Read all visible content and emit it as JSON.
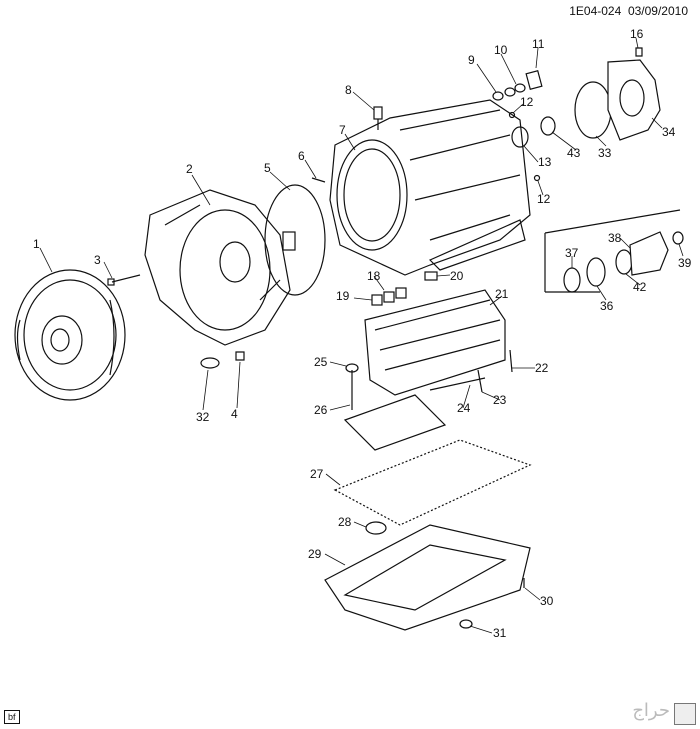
{
  "header": {
    "figure_id": "1E04-024",
    "date": "03/09/2010"
  },
  "footer": {
    "tag": "bf",
    "watermark": "حراج"
  },
  "callouts": [
    "1",
    "2",
    "3",
    "4",
    "5",
    "6",
    "7",
    "8",
    "9",
    "10",
    "11",
    "12",
    "12",
    "13",
    "16",
    "18",
    "19",
    "20",
    "21",
    "22",
    "23",
    "24",
    "25",
    "26",
    "27",
    "28",
    "29",
    "30",
    "31",
    "32",
    "33",
    "34",
    "36",
    "37",
    "38",
    "39",
    "42",
    "43"
  ]
}
